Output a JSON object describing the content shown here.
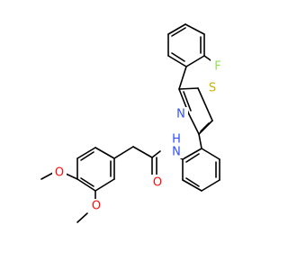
{
  "molecule": {
    "atoms": {
      "fluorine": "F",
      "sulfur": "S",
      "thiazole_nitrogen": "N",
      "amide_n": "N",
      "amide_h": "H",
      "carbonyl_oxygen": "O",
      "methoxy_oxygen_1": "O",
      "methoxy_oxygen_2": "O"
    },
    "colors": {
      "bond": "#000000",
      "F": "#90e050",
      "S": "#c8b400",
      "N": "#3050f8",
      "O": "#ff0d0d"
    }
  }
}
